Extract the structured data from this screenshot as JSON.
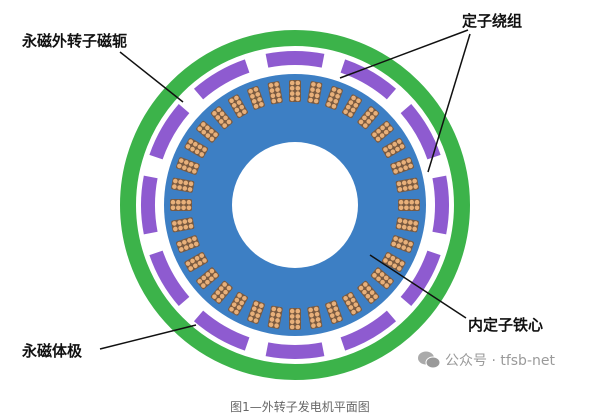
{
  "labels": {
    "rotor_yoke": "永磁外转子磁轭",
    "stator_winding": "定子绕组",
    "pm_pole": "永磁体极",
    "inner_stator_core": "内定子铁心"
  },
  "watermark": {
    "icon": "wechat-icon",
    "text": "公众号 · tfsb-net"
  },
  "caption": "图1—外转子发电机平面图",
  "colors": {
    "yoke": "#3cb34a",
    "magnet": "#8e5bd0",
    "stator": "#3d7fc4",
    "copper": "#e8b07a"
  },
  "diagram": {
    "magnet_count": 12,
    "slot_count": 36
  }
}
